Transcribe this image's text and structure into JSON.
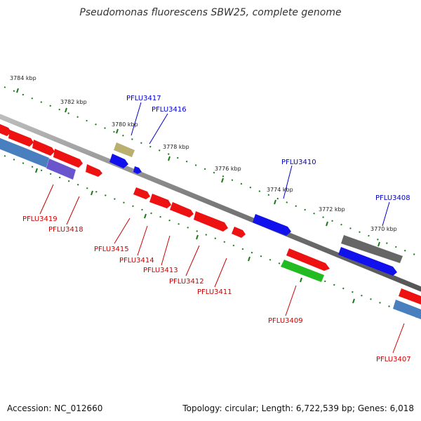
{
  "title": "Pseudomonas fluorescens SBW25, complete genome",
  "footer": {
    "accession": "Accession: NC_012660",
    "info": "Topology: circular; Length: 6,722,539 bp; Genes: 6,018"
  },
  "colors": {
    "backbone": "#808080",
    "tick_dots": "#1a7a1a",
    "label_plus": "#0000cc",
    "label_minus": "#cc0000",
    "gene_red": "#ee1111",
    "gene_blue": "#1111ee",
    "gene_steel": "#4a7fbf",
    "gene_purple": "#6a55cc",
    "gene_olive": "#b9b070",
    "gene_gray": "#666666",
    "gene_green": "#22bb22"
  },
  "ticks": [
    "3784 kbp",
    "3782 kbp",
    "3780 kbp",
    "3778 kbp",
    "3776 kbp",
    "3774 kbp",
    "3772 kbp",
    "3770 kbp"
  ],
  "gene_labels": {
    "plus": [
      "PFLU3417",
      "PFLU3416",
      "PFLU3410",
      "PFLU3408"
    ],
    "minus": [
      "PFLU3419",
      "PFLU3418",
      "PFLU3415",
      "PFLU3414",
      "PFLU3413",
      "PFLU3412",
      "PFLU3411",
      "PFLU3409",
      "PFLU3407"
    ]
  }
}
